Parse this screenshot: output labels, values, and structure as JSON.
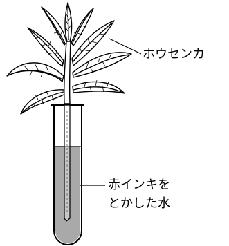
{
  "labels": {
    "plant": "ホウセンカ",
    "ink_line1": "赤インキを",
    "ink_line2": "とかした水"
  },
  "colors": {
    "ink_water": "#a9a9a9",
    "stroke": "#000000",
    "background": "#ffffff"
  }
}
